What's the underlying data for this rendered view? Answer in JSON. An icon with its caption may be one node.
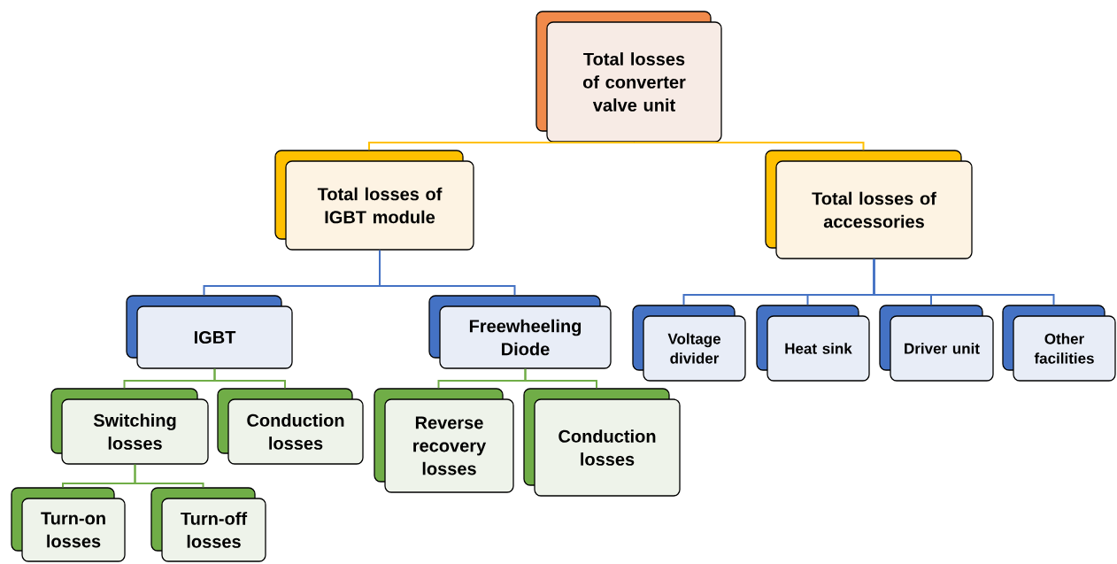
{
  "diagram": {
    "nodes": [
      {
        "text": [
          "Total losses of converter valve unit"
        ]
      },
      {
        "text": [
          "Total losses of IGBT module"
        ]
      },
      {
        "text": [
          "Total losses of accessories"
        ]
      },
      {
        "text": [
          "IGBT"
        ]
      },
      {
        "text": [
          "Freewheeling Diode"
        ]
      },
      {
        "text": [
          "Voltage divider"
        ]
      },
      {
        "text": [
          "Heat sink"
        ]
      },
      {
        "text": [
          "Driver unit"
        ]
      },
      {
        "text": [
          "Other facilities"
        ]
      },
      {
        "text": [
          "Switching losses"
        ]
      },
      {
        "text": [
          "Conduction losses"
        ]
      },
      {
        "text": [
          "Reverse recovery losses"
        ]
      },
      {
        "text": [
          "Conduction losses"
        ]
      },
      {
        "text": [
          "Turn-on losses"
        ]
      },
      {
        "text": [
          "Turn-off losses"
        ]
      }
    ],
    "edges": [
      {
        "from": 0,
        "to": 1,
        "arrow": "none",
        "color": "#ffc000"
      },
      {
        "from": 0,
        "to": 2,
        "arrow": "none",
        "color": "#ffc000"
      },
      {
        "from": 1,
        "to": 3,
        "arrow": "none",
        "color": "#4472c4"
      },
      {
        "from": 1,
        "to": 4,
        "arrow": "none",
        "color": "#4472c4"
      },
      {
        "from": 2,
        "to": 5,
        "arrow": "none",
        "color": "#4472c4"
      },
      {
        "from": 2,
        "to": 6,
        "arrow": "none",
        "color": "#4472c4"
      },
      {
        "from": 2,
        "to": 7,
        "arrow": "none",
        "color": "#4472c4"
      },
      {
        "from": 2,
        "to": 8,
        "arrow": "none",
        "color": "#4472c4"
      },
      {
        "from": 3,
        "to": 9,
        "arrow": "none",
        "color": "#70ad47"
      },
      {
        "from": 3,
        "to": 10,
        "arrow": "none",
        "color": "#70ad47"
      },
      {
        "from": 4,
        "to": 11,
        "arrow": "none",
        "color": "#70ad47"
      },
      {
        "from": 4,
        "to": 12,
        "arrow": "none",
        "color": "#70ad47"
      },
      {
        "from": 9,
        "to": 13,
        "arrow": "none",
        "color": "#70ad47"
      },
      {
        "from": 9,
        "to": 14,
        "arrow": "none",
        "color": "#70ad47"
      }
    ]
  }
}
